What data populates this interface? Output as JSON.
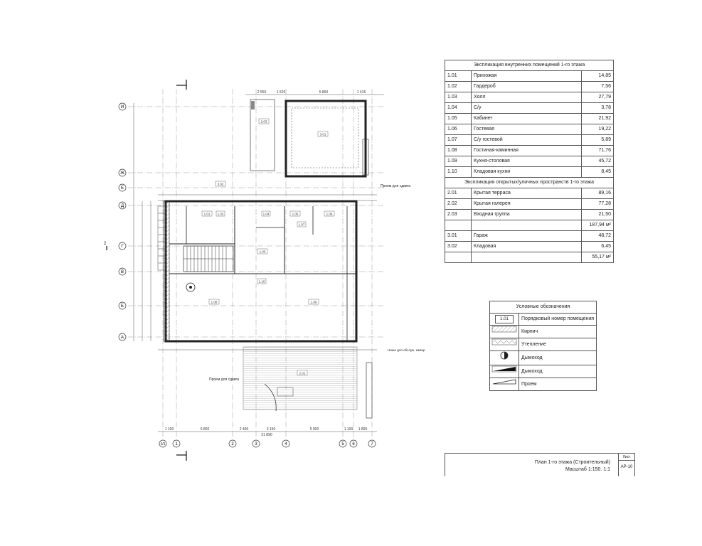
{
  "explication_inner": {
    "title": "Экспликация внутренних помещений 1-го этажа",
    "rows": [
      {
        "num": "1.01",
        "name": "Прихожая",
        "area": "14,85"
      },
      {
        "num": "1.02",
        "name": "Гардероб",
        "area": "7,56"
      },
      {
        "num": "1.03",
        "name": "Холл",
        "area": "27,79"
      },
      {
        "num": "1.04",
        "name": "С/у",
        "area": "3,78"
      },
      {
        "num": "1.05",
        "name": "Кабинет",
        "area": "21,92"
      },
      {
        "num": "1.06",
        "name": "Гостевая",
        "area": "19,22"
      },
      {
        "num": "1.07",
        "name": "С/у гостевой",
        "area": "5,89"
      },
      {
        "num": "1.08",
        "name": "Гостиная-каминная",
        "area": "71,76"
      },
      {
        "num": "1.09",
        "name": "Кухня-столовая",
        "area": "45,72"
      },
      {
        "num": "1.10",
        "name": "Кладовая кухни",
        "area": "8,45"
      }
    ]
  },
  "explication_outer": {
    "title": "Экспликация открытых/уличных пространств 1-го этажа",
    "rows": [
      {
        "num": "2.01",
        "name": "Крытая терраса",
        "area": "89,16"
      },
      {
        "num": "2.02",
        "name": "Крытая галерея",
        "area": "77,28"
      },
      {
        "num": "2.03",
        "name": "Входная группа",
        "area": "21,50"
      },
      {
        "num": "",
        "name": "",
        "area": "187,94 м²"
      },
      {
        "num": "3.01",
        "name": "Гараж",
        "area": "48,72"
      },
      {
        "num": "3.02",
        "name": "Кладовая",
        "area": "6,45"
      },
      {
        "num": "",
        "name": "",
        "area": "55,17 м²"
      }
    ]
  },
  "legend": {
    "title": "Условные обозначения",
    "items": [
      {
        "sym": "1.01",
        "label": "Порядковый номер помещения"
      },
      {
        "sym": "brick",
        "label": "Кирпич"
      },
      {
        "sym": "insulation",
        "label": "Утепление"
      },
      {
        "sym": "flue-round",
        "label": "Дымоход"
      },
      {
        "sym": "flue-wedge",
        "label": "Дымоход"
      },
      {
        "sym": "opening",
        "label": "Проем"
      }
    ]
  },
  "stamp": {
    "title_line1": "План 1-го этажа (Строительный)",
    "title_line2": "Масштаб 1:150. 1:1",
    "sheet_label": "Лист",
    "sheet_num": "АР-10"
  },
  "plan": {
    "axes_bottom": [
      "1/1",
      "1",
      "2",
      "3",
      "4",
      "5",
      "6",
      "7"
    ],
    "axes_left": [
      "И",
      "Ж",
      "Е",
      "Д",
      "Г",
      "В",
      "Б",
      "А"
    ],
    "section_mark": "2",
    "note_snow_top": "Проем для сдвига",
    "note_snow_bottom": "Проем для сдвига",
    "note_gutter": "Ниша для обслуж. камер",
    "overall_dim": "21 890",
    "bottom_dims": [
      "1 100",
      "5 800",
      "2 400",
      "3 150",
      "5 900",
      "1 100",
      "1 800"
    ],
    "top_dims": [
      "2 550",
      "1 525",
      "5 800",
      "1 415"
    ],
    "room_tags": [
      "2.03",
      "1.01",
      "1.02",
      "1.03",
      "1.04",
      "1.05",
      "1.06",
      "1.07",
      "1.08",
      "1.09",
      "1.10",
      "2.01",
      "3.01",
      "3.02"
    ]
  }
}
